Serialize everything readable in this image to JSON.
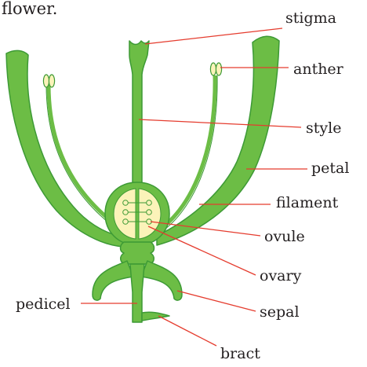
{
  "header": {
    "text": "flower."
  },
  "labels": {
    "stigma": "stigma",
    "anther": "anther",
    "style": "style",
    "petal": "petal",
    "filament": "filament",
    "ovule": "ovule",
    "ovary": "ovary",
    "sepal": "sepal",
    "pedicel": "pedicel",
    "bract": "bract"
  },
  "colors": {
    "plant": "#6cbd45",
    "plant_dark": "#3d9a35",
    "ovary_fill": "#fbf3b9",
    "leader": "#e53c2e",
    "text": "#231f20"
  }
}
